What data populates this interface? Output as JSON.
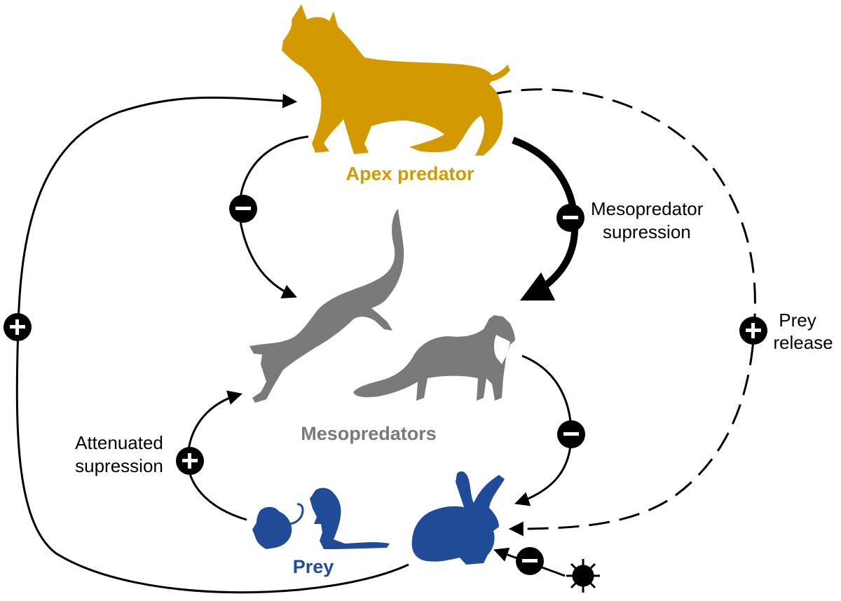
{
  "labels": {
    "apex": "Apex predator",
    "meso": "Mesopredators",
    "prey": "Prey",
    "meso_suppression_line1": "Mesopredator",
    "meso_suppression_line2": "supression",
    "prey_release_line1": "Prey",
    "prey_release_line2": "release",
    "attenuated_line1": "Attenuated",
    "attenuated_line2": "supression"
  },
  "signs": {
    "minus": "−",
    "plus": "+"
  },
  "colors": {
    "apex": "#d39a00",
    "meso": "#7a7a7a",
    "prey": "#1f4b99",
    "line": "#000000"
  },
  "icons": {
    "apex": "lynx-icon",
    "meso_left": "leaping-mesopredator-icon",
    "meso_right": "marten-icon",
    "prey_small_1": "mouse-icon",
    "prey_small_2": "jerboa-icon",
    "prey_large": "rabbit-icon",
    "disease": "virus-icon"
  }
}
